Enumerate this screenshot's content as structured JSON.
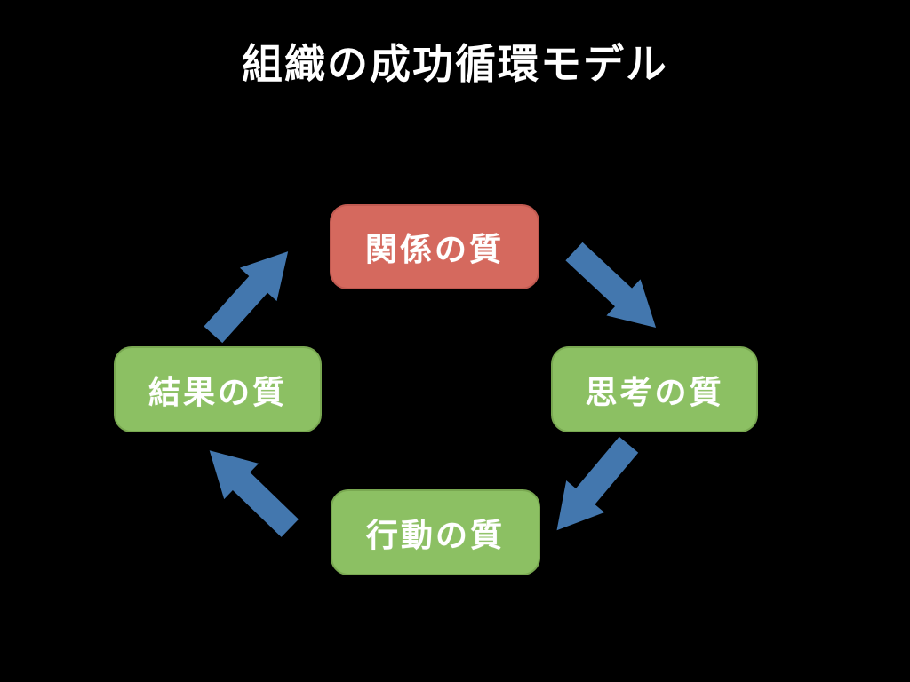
{
  "title": "組織の成功循環モデル",
  "diagram": {
    "nodes": {
      "top": {
        "label": "関係の質",
        "fill": "#d5695e",
        "border": "#c15a51"
      },
      "right": {
        "label": "思考の質",
        "fill": "#8cc063",
        "border": "#79a851"
      },
      "bottom": {
        "label": "行動の質",
        "fill": "#8cc063",
        "border": "#79a851"
      },
      "left": {
        "label": "結果の質",
        "fill": "#8cc063",
        "border": "#79a851"
      }
    },
    "arrows": {
      "color": "#4377ae",
      "flow": [
        "top",
        "right",
        "bottom",
        "left",
        "top"
      ]
    }
  },
  "colors": {
    "background": "#000000",
    "title_text": "#ffffff",
    "node_text": "#ffffff"
  }
}
